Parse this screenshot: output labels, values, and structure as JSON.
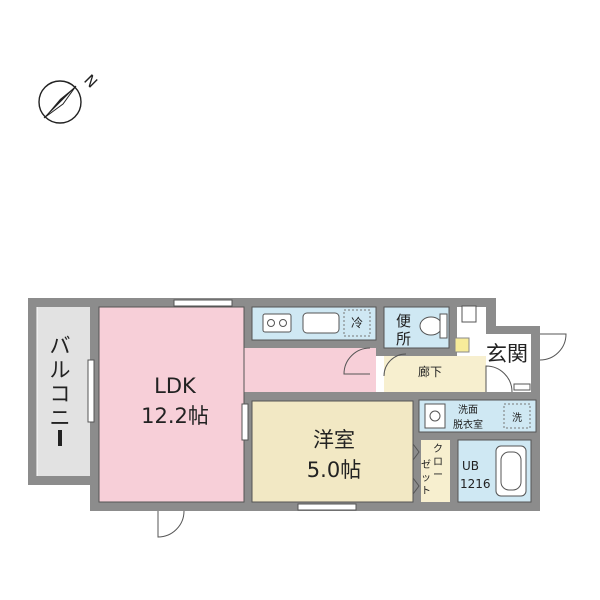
{
  "compass": {
    "north_label": "N",
    "icon": "north-arrow-icon"
  },
  "rooms": {
    "balcony": "バルコニー",
    "ldk_name": "LDK",
    "ldk_size": "12.2帖",
    "western_name": "洋室",
    "western_size": "5.0帖",
    "closet": "クローゼット",
    "toilet": "便所",
    "hallway": "廊下",
    "entrance": "玄関",
    "washroom": "洗面脱衣室",
    "washer": "洗",
    "refrigerator": "冷",
    "ub_name": "UB",
    "ub_size": "1216"
  },
  "colors": {
    "wall": "#8c8c8c",
    "ldk": "#f7cfd8",
    "western": "#f2e8c4",
    "wet_area": "#cfe8f3",
    "hallway": "#f7efcf",
    "balcony": "#e2e2e2",
    "entrance": "#ffffff"
  }
}
